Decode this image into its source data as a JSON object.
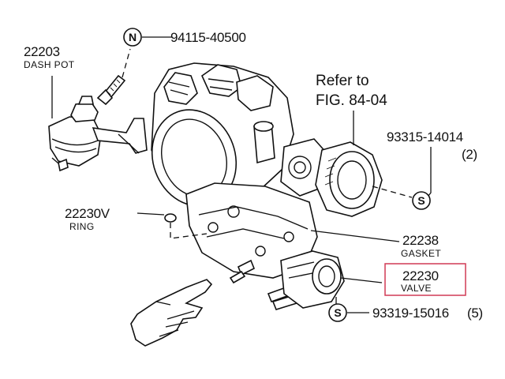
{
  "parts": {
    "p22203": {
      "number": "22203",
      "name": "DASH POT"
    },
    "n94115": {
      "symbol": "N",
      "number": "94115-40500"
    },
    "refer": {
      "line1": "Refer to",
      "line2": "FIG. 84-04"
    },
    "p93315": {
      "number": "93315-14014",
      "qty": "(2)",
      "symbol": "S"
    },
    "p22230v": {
      "number": "22230V",
      "name": "RING"
    },
    "p22238": {
      "number": "22238",
      "name": "GASKET"
    },
    "p22230": {
      "number": "22230",
      "name": "VALVE"
    },
    "p93319": {
      "symbol": "S",
      "number": "93319-15016",
      "qty": "(5)"
    }
  },
  "colors": {
    "line": "#111111",
    "highlight_box": "#d13a55",
    "background": "#ffffff"
  },
  "icons": {
    "pointer": "pointing-hand-icon"
  }
}
